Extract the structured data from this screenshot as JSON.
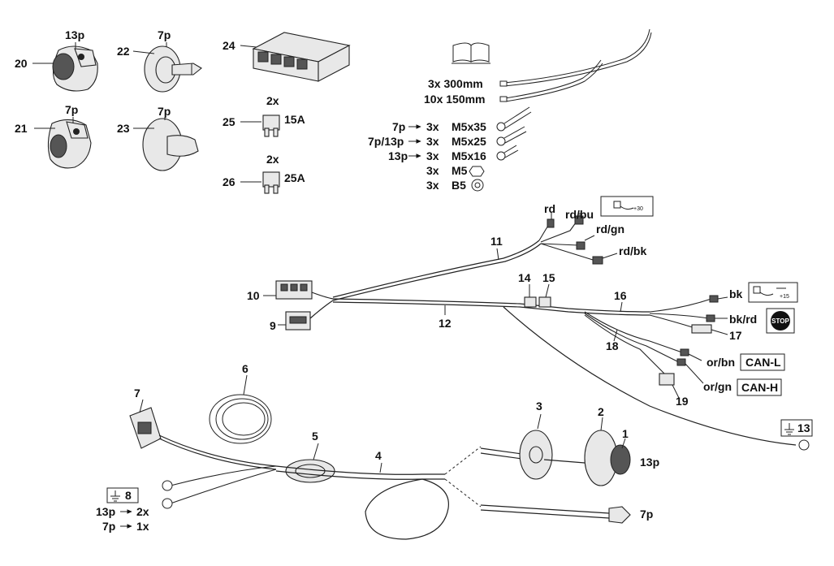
{
  "parts": {
    "p20": {
      "num": "20",
      "pins": "13p"
    },
    "p21": {
      "num": "21",
      "pins": "7p"
    },
    "p22": {
      "num": "22",
      "pins": "7p"
    },
    "p23": {
      "num": "23",
      "pins": "7p"
    },
    "p24": {
      "num": "24"
    },
    "p25": {
      "num": "25",
      "qty": "2x",
      "rating": "15A"
    },
    "p26": {
      "num": "26",
      "qty": "2x",
      "rating": "25A"
    },
    "p1": {
      "num": "1"
    },
    "p2": {
      "num": "2"
    },
    "p3": {
      "num": "3"
    },
    "p4": {
      "num": "4"
    },
    "p5": {
      "num": "5"
    },
    "p6": {
      "num": "6"
    },
    "p7": {
      "num": "7"
    },
    "p8": {
      "num": "8"
    },
    "p9": {
      "num": "9"
    },
    "p10": {
      "num": "10"
    },
    "p11": {
      "num": "11"
    },
    "p12": {
      "num": "12"
    },
    "p13": {
      "num": "13"
    },
    "p14": {
      "num": "14"
    },
    "p15": {
      "num": "15"
    },
    "p16": {
      "num": "16"
    },
    "p17": {
      "num": "17"
    },
    "p18": {
      "num": "18"
    },
    "p19": {
      "num": "19"
    }
  },
  "kit": {
    "ties_long": "3x  300mm",
    "ties_short": "10x 150mm",
    "screws": [
      {
        "prefix": "7p",
        "qty": "3x",
        "size": "M5x35"
      },
      {
        "prefix": "7p/13p",
        "qty": "3x",
        "size": "M5x25"
      },
      {
        "prefix": "13p",
        "qty": "3x",
        "size": "M5x16"
      }
    ],
    "nut": {
      "qty": "3x",
      "size": "M5"
    },
    "washer": {
      "qty": "3x",
      "size": "B5"
    }
  },
  "wire_colors": {
    "rd": "rd",
    "rd_bu": "rd/bu",
    "rd_gn": "rd/gn",
    "rd_bk": "rd/bk",
    "bk": "bk",
    "bk_rd": "bk/rd",
    "or_bn": "or/bn",
    "or_gn": "or/gn"
  },
  "badges": {
    "can_l": "CAN-L",
    "can_h": "CAN-H",
    "stop": "STOP",
    "plus30": "+30",
    "plus15": "+15"
  },
  "socket_labels": {
    "p13": "13p",
    "p7": "7p"
  },
  "ground8": {
    "num": "8",
    "line1_prefix": "13p",
    "line1_qty": "2x",
    "line2_prefix": "7p",
    "line2_qty": "1x"
  }
}
